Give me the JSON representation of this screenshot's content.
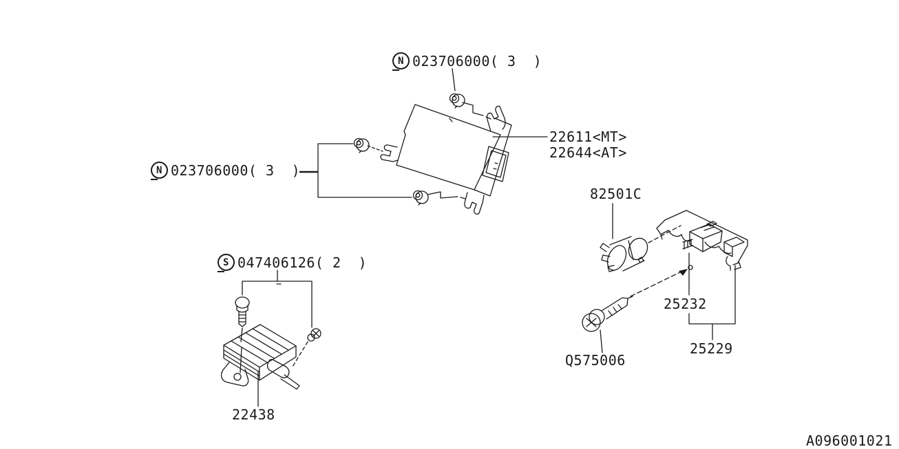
{
  "diagram": {
    "figure_code": "A096001021",
    "labels": {
      "fastener_nut_top": {
        "symbol": "N",
        "part_number": "023706000",
        "quantity": "( 3  )"
      },
      "fastener_nut_left": {
        "symbol": "N",
        "part_number": "023706000",
        "quantity": "( 3  )"
      },
      "unit_mt": "22611<MT>",
      "unit_at": "22644<AT>",
      "relay": "82501C",
      "clip": "25232",
      "bracket": "25229",
      "tapping_screw": "Q575006",
      "screw_set": {
        "symbol": "S",
        "part_number": "047406126",
        "quantity": "( 2  )"
      },
      "control_unit": "22438"
    }
  }
}
